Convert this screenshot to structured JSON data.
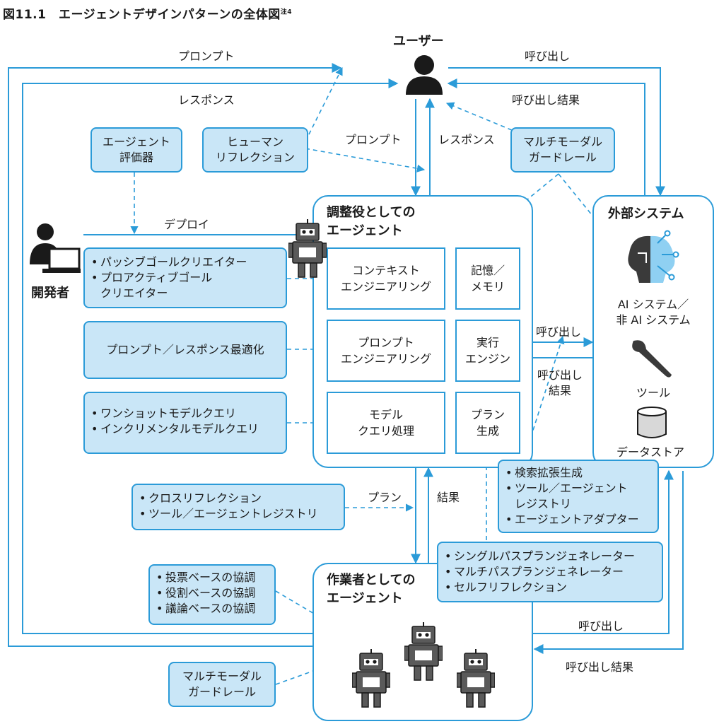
{
  "title": "図11.1　エージェントデザインパターンの全体図",
  "title_note": "注4",
  "user": {
    "label": "ユーザー"
  },
  "developer": {
    "label": "開発者"
  },
  "orchestrator": {
    "label": "調整役としての\nエージェント"
  },
  "worker": {
    "label": "作業者としての\nエージェント"
  },
  "external": {
    "label": "外部システム",
    "ai_label": "AI システム／\n非 AI システム",
    "tool_label": "ツール",
    "datastore_label": "データストア"
  },
  "cells": {
    "context": "コンテキスト\nエンジニアリング",
    "memory": "記憶／\nメモリ",
    "prompt_eng": "プロンプト\nエンジニアリング",
    "exec": "実行\nエンジン",
    "model_query": "モデル\nクエリ処理",
    "plan_gen": "プラン\n生成"
  },
  "boxes": {
    "evaluator": "エージェント\n評価器",
    "human_reflection": "ヒューマン\nリフレクション",
    "guardrail_top": "マルチモーダル\nガードレール",
    "goal_creators": [
      "パッシブゴールクリエイター",
      "プロアクティブゴール\nクリエイター"
    ],
    "prompt_opt": "プロンプト／レスポンス最適化",
    "model_queries": [
      "ワンショットモデルクエリ",
      "インクリメンタルモデルクエリ"
    ],
    "cross": [
      "クロスリフレクション",
      "ツール／エージェントレジストリ"
    ],
    "rag": [
      "検索拡張生成",
      "ツール／エージェント\nレジストリ",
      "エージェントアダプター"
    ],
    "planners": [
      "シングルパスプランジェネレーター",
      "マルチパスプランジェネレーター",
      "セルフリフレクション"
    ],
    "coop": [
      "投票ベースの協調",
      "役割ベースの協調",
      "議論ベースの協調"
    ],
    "guardrail_bottom": "マルチモーダル\nガードレール"
  },
  "edges": {
    "prompt_top": "プロンプト",
    "call_top": "呼び出し",
    "response_top": "レスポンス",
    "call_result_top": "呼び出し結果",
    "prompt_mid": "プロンプト",
    "response_mid": "レスポンス",
    "deploy": "デプロイ",
    "call_mid": "呼び出し",
    "call_result_mid": "呼び出し\n結果",
    "plan": "プラン",
    "result": "結果",
    "call_bottom": "呼び出し",
    "call_result_bottom": "呼び出し結果"
  },
  "colors": {
    "accent": "#2b9bd8",
    "fill": "#c9e6f7",
    "icon": "#1a1a1a",
    "robot": "#5a5a5a"
  }
}
